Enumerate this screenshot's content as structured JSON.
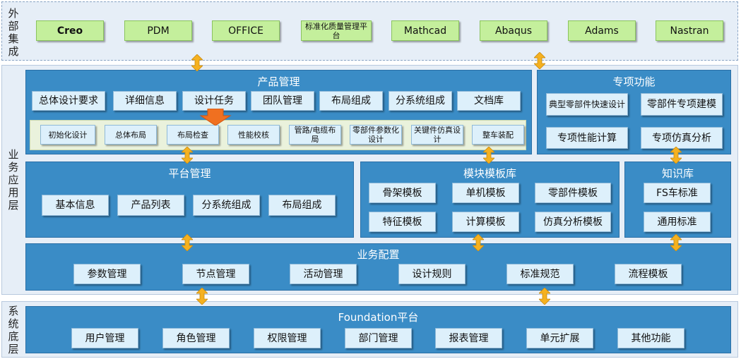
{
  "layers": {
    "external": "外部集成",
    "business": "业务应用层",
    "system": "系统底层"
  },
  "external_items": [
    "Creo",
    "PDM",
    "OFFICE",
    "标准化质量管理平台",
    "Mathcad",
    "Abaqus",
    "Adams",
    "Nastran"
  ],
  "product_mgmt": {
    "title": "产品管理",
    "items": [
      "总体设计要求",
      "详细信息",
      "设计任务",
      "团队管理",
      "布局组成",
      "分系统组成",
      "文档库"
    ],
    "tasks": [
      "初始化设计",
      "总体布局",
      "布局检查",
      "性能校核",
      "管路/电缆布局",
      "零部件参数化设计",
      "关键件仿真设计",
      "整车装配"
    ]
  },
  "special": {
    "title": "专项功能",
    "items": [
      "典型零部件快速设计",
      "零部件专项建模",
      "专项性能计算",
      "专项仿真分析"
    ]
  },
  "platform_mgmt": {
    "title": "平台管理",
    "items": [
      "基本信息",
      "产品列表",
      "分系统组成",
      "布局组成"
    ]
  },
  "module_lib": {
    "title": "模块模板库",
    "items": [
      "骨架模板",
      "单机模板",
      "零部件模板",
      "特征模板",
      "计算模板",
      "仿真分析模板"
    ]
  },
  "knowledge": {
    "title": "知识库",
    "items": [
      "FS车标准",
      "通用标准"
    ]
  },
  "biz_config": {
    "title": "业务配置",
    "items": [
      "参数管理",
      "节点管理",
      "活动管理",
      "设计规则",
      "标准规范",
      "流程模板"
    ]
  },
  "foundation": {
    "title": "Foundation平台",
    "items": [
      "用户管理",
      "角色管理",
      "权限管理",
      "部门管理",
      "报表管理",
      "单元扩展",
      "其他功能"
    ]
  },
  "colors": {
    "panel": "#3a8cc6",
    "box": "#ddf0fb",
    "external_box": "#c4ef9c",
    "arrow": "#f5b120",
    "highlight_arrow": "#f07020"
  }
}
